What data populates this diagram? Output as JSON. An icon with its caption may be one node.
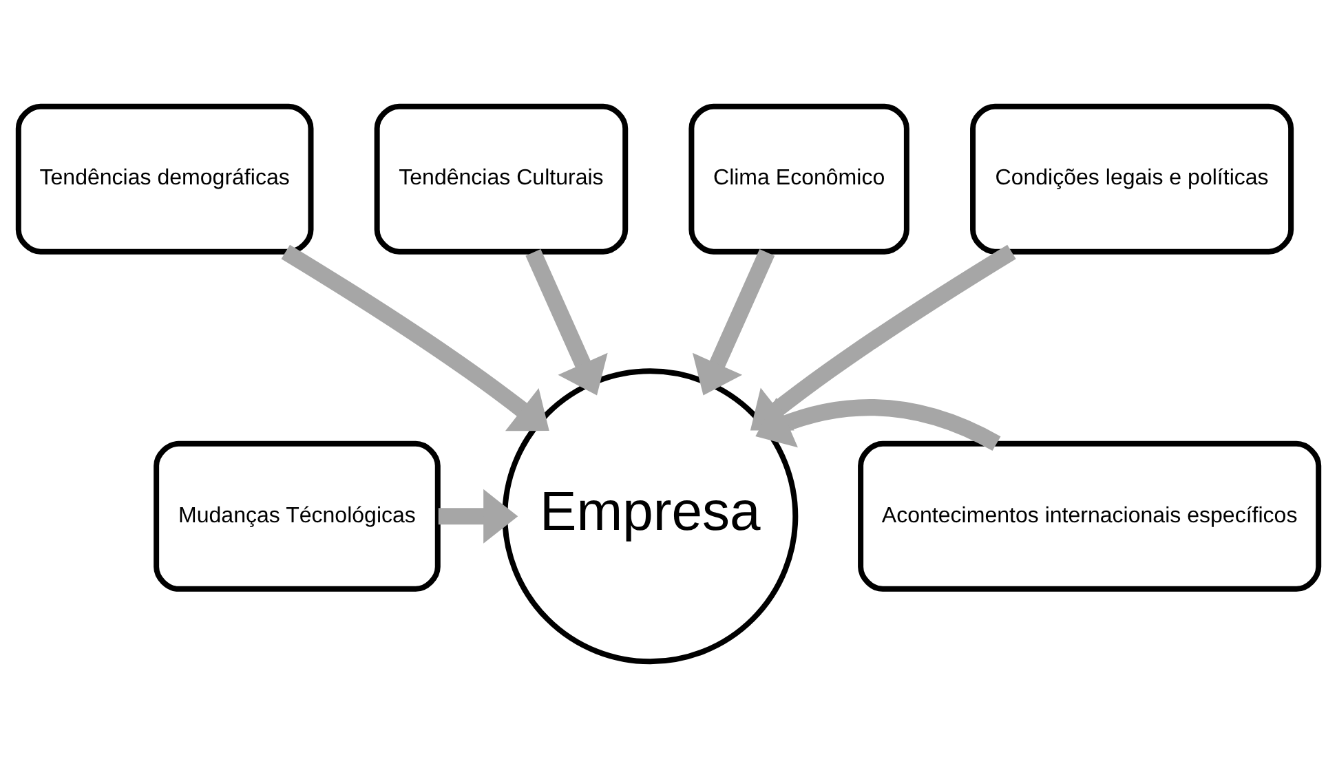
{
  "diagram": {
    "nodes": [
      {
        "text": [
          "Tendências Culturais"
        ]
      },
      {
        "text": [
          "Clima Econômico"
        ]
      },
      {
        "text": [
          "Tendências demográficas"
        ]
      },
      {
        "text": [
          "Condições legais e políticas"
        ]
      },
      {
        "text": [
          "Mudanças Técnológicas"
        ]
      },
      {
        "text": [
          "Empresa"
        ]
      },
      {
        "text": [
          "Acontecimentos internacionais específicos"
        ]
      }
    ],
    "edges": [
      {
        "from": 4,
        "to": 5,
        "arrow": "to"
      },
      {
        "from": 2,
        "to": 5,
        "arrow": "to"
      },
      {
        "from": 0,
        "to": 5,
        "arrow": "to"
      },
      {
        "from": 1,
        "to": 5,
        "arrow": "to"
      },
      {
        "from": 3,
        "to": 5,
        "arrow": "to"
      },
      {
        "from": 6,
        "to": 5,
        "arrow": "to"
      }
    ]
  }
}
